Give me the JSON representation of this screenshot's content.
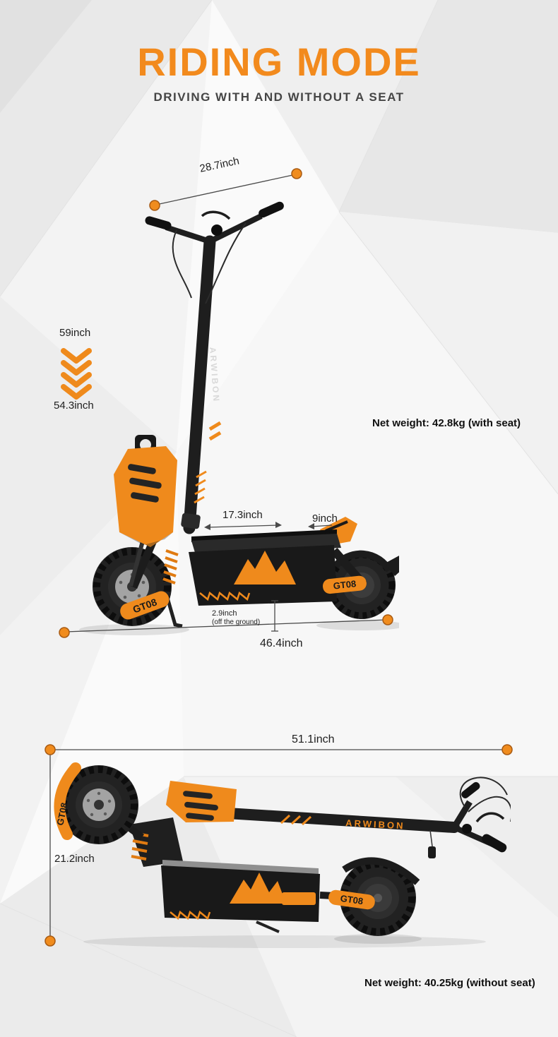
{
  "header": {
    "title": "RIDING MODE",
    "subtitle": "DRIVING WITH AND WITHOUT A SEAT"
  },
  "colors": {
    "accent_orange": "#f08c1e",
    "text_dark": "#1e1e1e"
  },
  "scooter": {
    "brand": "ARWIBON",
    "model": "GT08"
  },
  "icons": {
    "fold_direction": "chevrons-down"
  },
  "upright_view": {
    "handlebar_width": "28.7inch",
    "max_height": "59inch",
    "min_height": "54.3inch",
    "deck_length": "17.3inch",
    "rear_tire": "9inch",
    "ground_clearance": "2.9inch",
    "ground_clearance_note": "(off the ground)",
    "total_length": "46.4inch",
    "net_weight": "Net weight: 42.8kg (with seat)"
  },
  "folded_view": {
    "length": "51.1inch",
    "height": "21.2inch",
    "net_weight": "Net weight: 40.25kg (without seat)"
  }
}
